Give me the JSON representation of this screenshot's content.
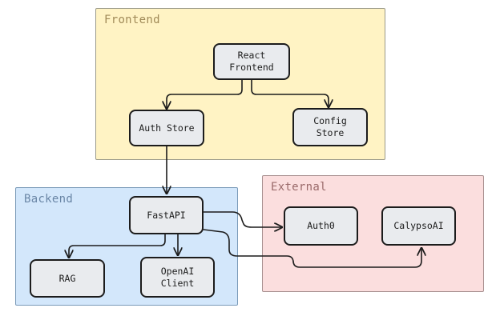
{
  "groups": {
    "frontend": {
      "title": "Frontend"
    },
    "backend": {
      "title": "Backend"
    },
    "external": {
      "title": "External"
    }
  },
  "nodes": {
    "react_frontend": "React\nFrontend",
    "auth_store": "Auth Store",
    "config_store": "Config Store",
    "fastapi": "FastAPI",
    "rag": "RAG",
    "openai_client": "OpenAI Client",
    "auth0": "Auth0",
    "calypsoai": "CalypsoAI"
  },
  "edges": [
    {
      "from": "React Frontend",
      "to": "Auth Store"
    },
    {
      "from": "React Frontend",
      "to": "Config Store"
    },
    {
      "from": "Auth Store",
      "to": "FastAPI"
    },
    {
      "from": "FastAPI",
      "to": "RAG"
    },
    {
      "from": "FastAPI",
      "to": "OpenAI Client"
    },
    {
      "from": "FastAPI",
      "to": "Auth0"
    },
    {
      "from": "FastAPI",
      "to": "CalypsoAI"
    }
  ],
  "colors": {
    "frontend_fill": "#fff3c4",
    "backend_fill": "#d3e7fb",
    "external_fill": "#fbdede",
    "node_fill": "#e9ebee",
    "stroke": "#1c1c1c"
  }
}
